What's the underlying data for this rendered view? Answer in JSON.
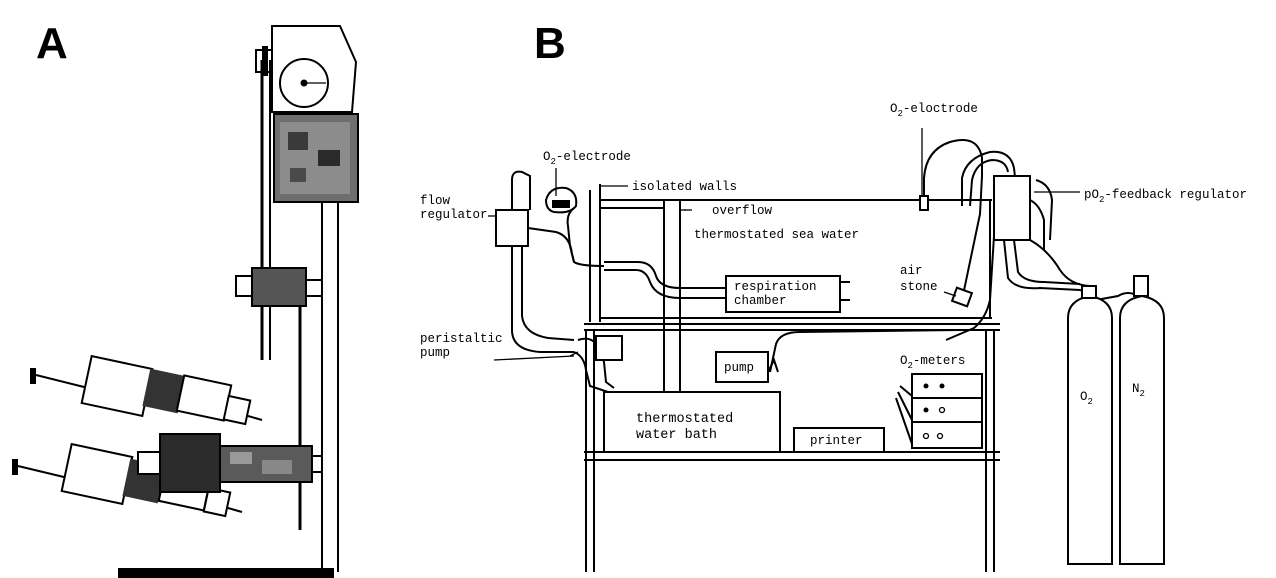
{
  "panels": {
    "a": {
      "letter": "A"
    },
    "b": {
      "letter": "B"
    }
  },
  "labels": {
    "o2_electrode_left": {
      "pre": "O",
      "sub": "2",
      "post": "-electrode"
    },
    "o2_electrode_right": {
      "pre": "O",
      "sub": "2",
      "post": "-eloctrode"
    },
    "isolated_walls": "isolated walls",
    "flow_regulator_1": "flow",
    "flow_regulator_2": "regulator",
    "overflow": "overflow",
    "thermostated_sea_water": "thermostated sea water",
    "po2_regulator": {
      "pre": "pO",
      "sub": "2",
      "post": "-feedback regulator"
    },
    "respiration_chamber_1": "respiration",
    "respiration_chamber_2": "chamber",
    "air_stone_1": "air",
    "air_stone_2": "stone",
    "peristaltic_pump_1": "peristaltic",
    "peristaltic_pump_2": "pump",
    "pump": "pump",
    "o2_meters": {
      "pre": "O",
      "sub": "2",
      "post": "-meters"
    },
    "water_bath_1": "thermostated",
    "water_bath_2": "water bath",
    "printer": "printer",
    "o2_cylinder": {
      "pre": "O",
      "sub": "2"
    },
    "n2_cylinder": {
      "pre": "N",
      "sub": "2"
    }
  }
}
